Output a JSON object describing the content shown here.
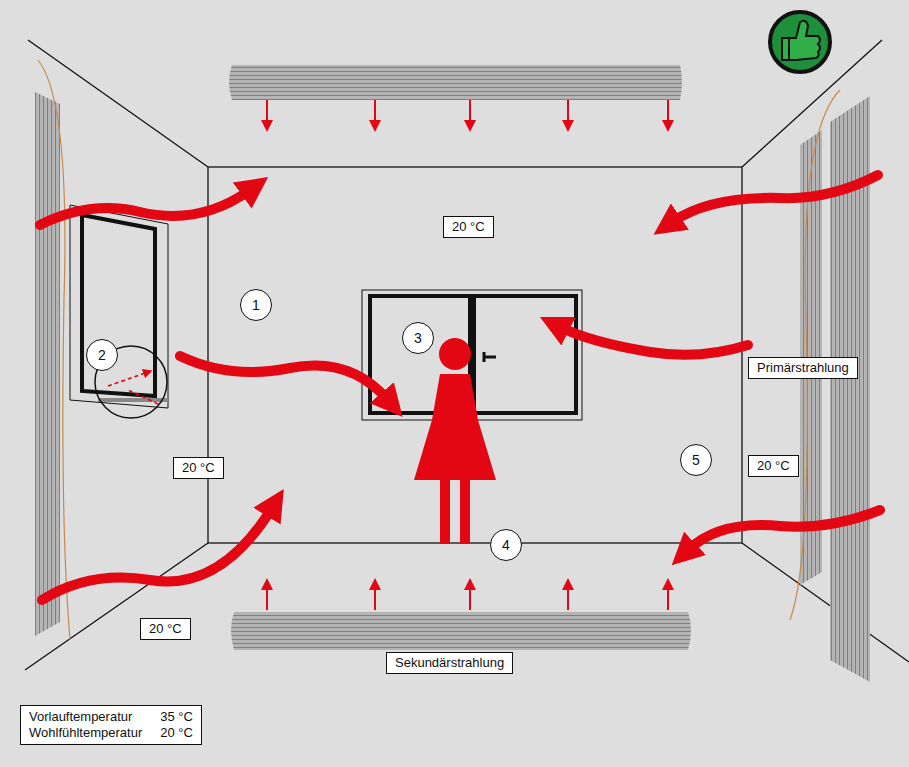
{
  "diagram": {
    "nodes": [
      {
        "text": [
          "20 °C"
        ]
      },
      {
        "text": [
          "1"
        ]
      },
      {
        "text": [
          "2"
        ]
      },
      {
        "text": [
          "3"
        ]
      },
      {
        "text": [
          "20 °C"
        ]
      },
      {
        "text": [
          "5"
        ]
      },
      {
        "text": [
          "20 °C"
        ]
      },
      {
        "text": [
          "Primärstrahlung"
        ]
      },
      {
        "text": [
          "4"
        ]
      },
      {
        "text": [
          "20 °C"
        ]
      },
      {
        "text": [
          "Sekundärstrahlung"
        ]
      },
      {
        "text": [
          "Vorlauftemperatur",
          "35 °C",
          "Wohlfühltemperatur",
          "20 °C"
        ]
      }
    ]
  }
}
